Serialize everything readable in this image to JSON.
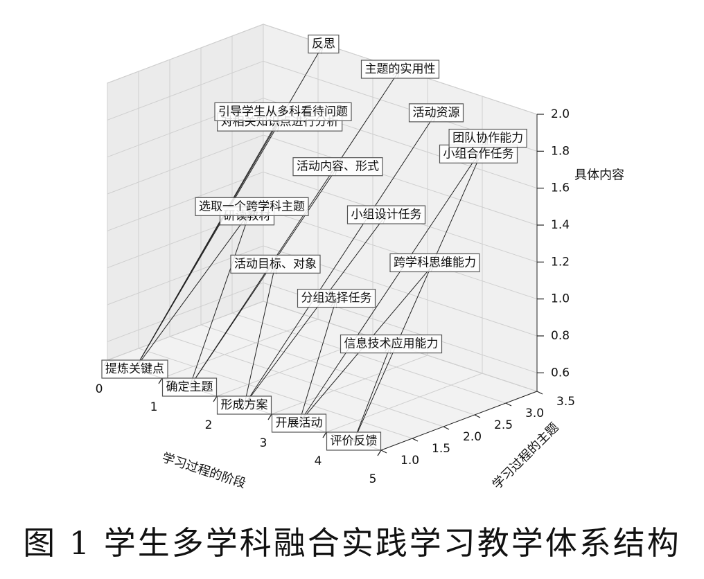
{
  "caption": "图 1 学生多学科融合实践学习教学体系结构",
  "chart_data": {
    "type": "3d-network",
    "xlabel": "学习过程的阶段",
    "ylabel": "学习过程的主题",
    "zlabel": "具体内容",
    "xlim": [
      0,
      5
    ],
    "ylim": [
      1.0,
      3.5
    ],
    "zlim": [
      0.5,
      2.0
    ],
    "xticks": [
      "0",
      "1",
      "2",
      "3",
      "4",
      "5"
    ],
    "yticks": [
      "1.0",
      "1.5",
      "2.0",
      "2.5",
      "3.0",
      "3.5"
    ],
    "zticks": [
      "0.6",
      "0.8",
      "1.0",
      "1.2",
      "1.4",
      "1.6",
      "1.8",
      "2.0"
    ],
    "stages": [
      {
        "id": "s1",
        "label": "提炼关键点",
        "x": 0.5,
        "y": 1.0,
        "z": 0.5
      },
      {
        "id": "s2",
        "label": "确定主题",
        "x": 1.5,
        "y": 1.0,
        "z": 0.5
      },
      {
        "id": "s3",
        "label": "形成方案",
        "x": 2.5,
        "y": 1.0,
        "z": 0.5
      },
      {
        "id": "s4",
        "label": "开展活动",
        "x": 3.5,
        "y": 1.0,
        "z": 0.5
      },
      {
        "id": "s5",
        "label": "评价反馈",
        "x": 4.5,
        "y": 1.0,
        "z": 0.5
      }
    ],
    "contents": [
      {
        "id": "c1",
        "label": "研读教材",
        "x": 0.5,
        "y": 2.8,
        "z": 1.1
      },
      {
        "id": "c2",
        "label": "对相关知识点进行分析",
        "x": 0.3,
        "y": 3.5,
        "z": 1.5
      },
      {
        "id": "c3",
        "label": "选取一个跨学科主题",
        "x": 1.5,
        "y": 2.0,
        "z": 1.35
      },
      {
        "id": "c4",
        "label": "引导学生从多科看待问题",
        "x": 1.5,
        "y": 2.5,
        "z": 1.8
      },
      {
        "id": "c5",
        "label": "反思",
        "x": 1.1,
        "y": 3.5,
        "z": 2.0
      },
      {
        "id": "c6",
        "label": "活动目标、对象",
        "x": 2.5,
        "y": 1.5,
        "z": 1.2
      },
      {
        "id": "c7",
        "label": "活动内容、形式",
        "x": 2.5,
        "y": 2.5,
        "z": 1.6
      },
      {
        "id": "c8",
        "label": "主题的实用性",
        "x": 2.5,
        "y": 3.5,
        "z": 2.0
      },
      {
        "id": "c9",
        "label": "分组选择任务",
        "x": 3.5,
        "y": 1.6,
        "z": 1.1
      },
      {
        "id": "c10",
        "label": "小组设计任务",
        "x": 3.5,
        "y": 2.4,
        "z": 1.45
      },
      {
        "id": "c11",
        "label": "活动资源",
        "x": 3.5,
        "y": 3.2,
        "z": 1.9
      },
      {
        "id": "c12",
        "label": "信息技术应用能力",
        "x": 4.5,
        "y": 1.6,
        "z": 0.95
      },
      {
        "id": "c13",
        "label": "跨学科思维能力",
        "x": 4.5,
        "y": 2.3,
        "z": 1.3
      },
      {
        "id": "c14",
        "label": "小组合作任务",
        "x": 4.5,
        "y": 3.0,
        "z": 1.8
      },
      {
        "id": "c15",
        "label": "团队协作能力",
        "x": 4.9,
        "y": 2.8,
        "z": 1.95
      }
    ],
    "edges": [
      {
        "from": "s1",
        "to": "c1"
      },
      {
        "from": "s1",
        "to": "c2"
      },
      {
        "from": "s1",
        "to": "c4"
      },
      {
        "from": "s1",
        "to": "c5"
      },
      {
        "from": "s2",
        "to": "c3"
      },
      {
        "from": "s2",
        "to": "c7"
      },
      {
        "from": "s2",
        "to": "c8"
      },
      {
        "from": "s3",
        "to": "c6"
      },
      {
        "from": "s3",
        "to": "c10"
      },
      {
        "from": "s3",
        "to": "c11"
      },
      {
        "from": "s4",
        "to": "c9"
      },
      {
        "from": "s4",
        "to": "c13"
      },
      {
        "from": "s4",
        "to": "c14"
      },
      {
        "from": "s5",
        "to": "c12"
      },
      {
        "from": "s5",
        "to": "c15"
      }
    ]
  }
}
